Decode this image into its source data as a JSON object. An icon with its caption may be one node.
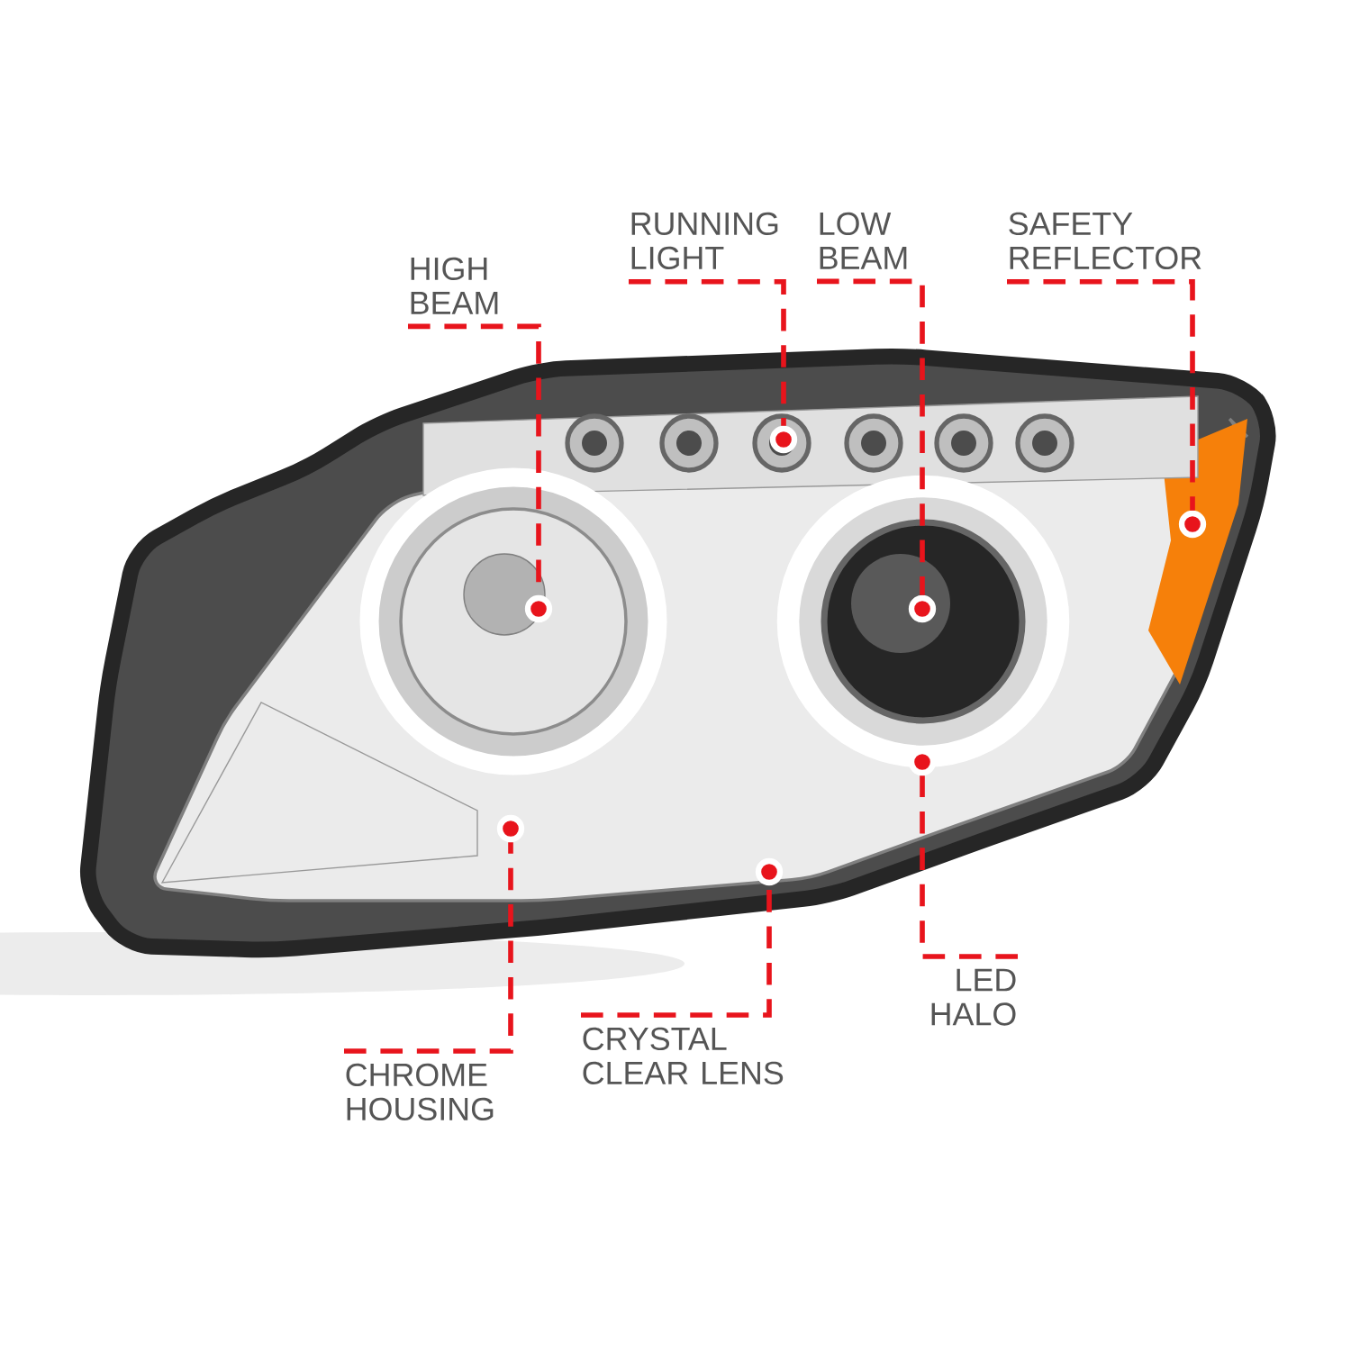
{
  "diagram": {
    "nodes": [
      {
        "text": [
          "HIGH BEAM"
        ]
      },
      {
        "text": [
          "RUNNING LIGHT"
        ]
      },
      {
        "text": [
          "LOW BEAM"
        ]
      },
      {
        "text": [
          "SAFETY REFLECTOR"
        ]
      },
      {
        "text": [
          "LED HALO"
        ]
      },
      {
        "text": [
          "CRYSTAL CLEAR LENS"
        ]
      },
      {
        "text": [
          "CHROME HOUSING"
        ]
      },
      {
        "text": [],
        "shape": "circle"
      },
      {
        "text": [],
        "shape": "circle"
      },
      {
        "text": [],
        "shape": "circle"
      },
      {
        "text": [],
        "shape": "circle"
      },
      {
        "text": [],
        "shape": "circle"
      },
      {
        "text": [],
        "shape": "circle"
      },
      {
        "text": [],
        "shape": "circle"
      }
    ],
    "edges": [
      {
        "from": 0,
        "to": 7,
        "arrow": "none",
        "style": "dashed"
      },
      {
        "from": 1,
        "to": 8,
        "arrow": "none",
        "style": "dashed"
      },
      {
        "from": 2,
        "to": 9,
        "arrow": "none",
        "style": "dashed"
      },
      {
        "from": 3,
        "to": 10,
        "arrow": "none",
        "style": "dashed"
      },
      {
        "from": 4,
        "to": 11,
        "arrow": "none",
        "style": "dashed"
      },
      {
        "from": 5,
        "to": 12,
        "arrow": "none",
        "style": "dashed"
      },
      {
        "from": 6,
        "to": 13,
        "arrow": "none",
        "style": "dashed"
      }
    ]
  }
}
